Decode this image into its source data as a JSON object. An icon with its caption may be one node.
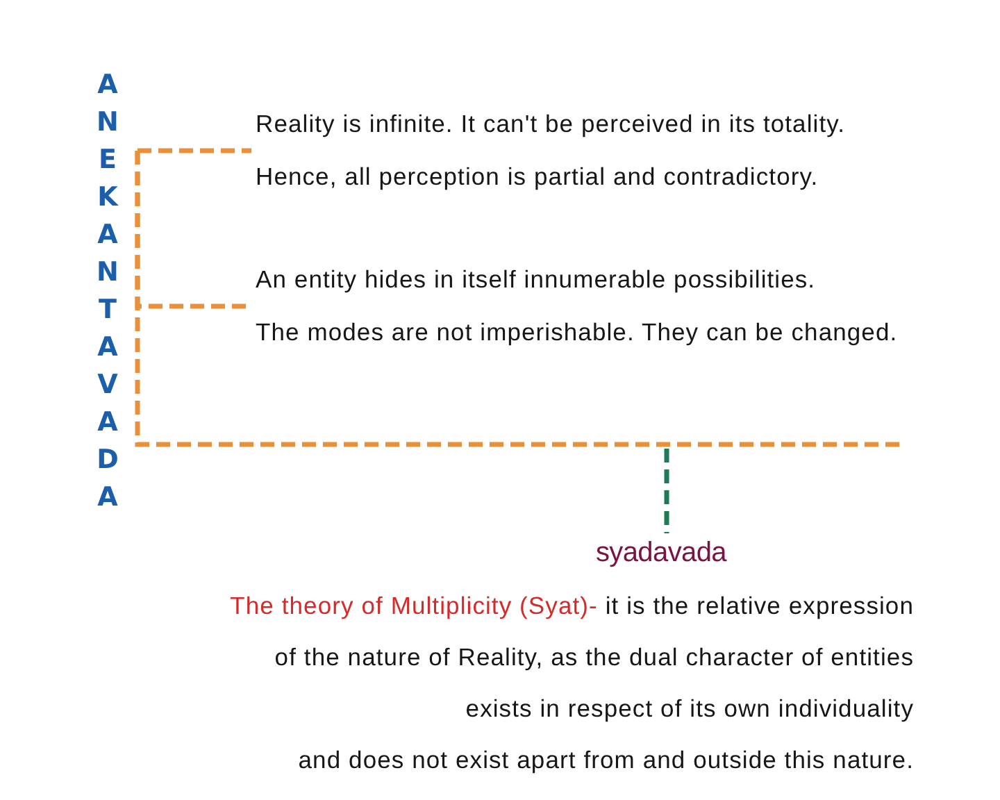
{
  "diagram": {
    "nodes": [
      {
        "text": [
          "ANEKANTAVADA"
        ]
      },
      {
        "text": [
          "Reality is infinite. It can't be perceived in its totality.",
          "Hence, all perception is partial and contradictory."
        ]
      },
      {
        "text": [
          "An entity hides in itself innumerable possibilities.",
          "The modes are not imperishable. They can be changed."
        ]
      },
      {
        "text": [
          "syadavada",
          "The theory of Multiplicity (Syat)-",
          "it is the relative expression of the nature of Reality, as the dual character of entities exists in respect of its own individuality and does not exist apart from and outside this nature."
        ]
      }
    ],
    "edges": [
      {
        "from": 0,
        "to": 1,
        "arrow": "none",
        "style": "dashed"
      },
      {
        "from": 0,
        "to": 2,
        "arrow": "none",
        "style": "dashed"
      },
      {
        "from": 0,
        "to": null,
        "arrow": "none",
        "style": "dashed"
      },
      {
        "from": null,
        "to": 3,
        "arrow": "none",
        "style": "dashed",
        "color": "#1d7a55"
      }
    ]
  }
}
